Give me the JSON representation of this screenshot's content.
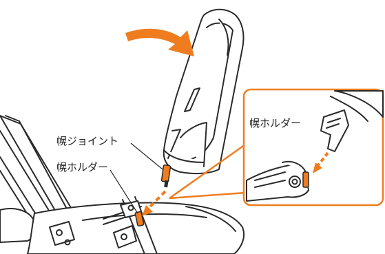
{
  "labels": {
    "hood_joint": "幌ジョイント",
    "hood_holder": "幌ホルダー",
    "hood_holder_zoom": "幌ホルダー"
  },
  "colors": {
    "accent": "#ef7d1f",
    "line": "#2a2a2a",
    "background": "#ffffff"
  },
  "icons": {
    "rotate_arrow": "curved-arrow-icon",
    "insert_arrow": "dashed-arrow-icon"
  }
}
